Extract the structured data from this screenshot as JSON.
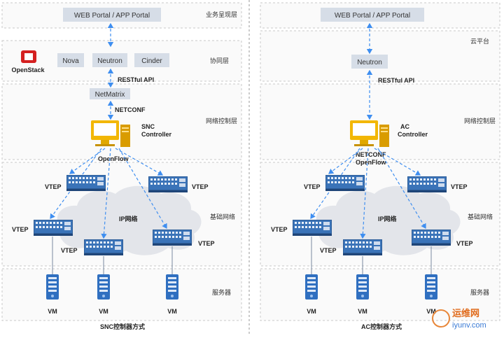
{
  "left": {
    "portal_label": "WEB Portal / APP Portal",
    "openstack_label": "OpenStack",
    "components": [
      "Nova",
      "Neutron",
      "Cinder"
    ],
    "restful_label": "RESTful API",
    "netmatrix_label": "NetMatrix",
    "netconf_label": "NETCONF",
    "controller_label_1": "SNC",
    "controller_label_2": "Controller",
    "openflow_label": "OpenFlow",
    "ip_network_label": "IP网络",
    "vtep_label": "VTEP",
    "vm_label": "VM",
    "layer_labels": [
      "业务呈现层",
      "协同层",
      "网络控制层",
      "基础网络",
      "服务器"
    ],
    "caption": "SNC控制器方式"
  },
  "right": {
    "portal_label": "WEB Portal / APP Portal",
    "neutron_label": "Neutron",
    "restful_label": "RESTful API",
    "controller_label_1": "AC",
    "controller_label_2": "Controller",
    "netconf_label": "NETCONF",
    "openflow_label": "OpenFlow",
    "ip_network_label": "IP网络",
    "vtep_label": "VTEP",
    "vm_label": "VM",
    "layer_labels": [
      "云平台",
      "网络控制层",
      "基础网络",
      "服务器"
    ],
    "caption": "AC控制器方式"
  },
  "watermark": {
    "cn": "运维网",
    "url": "iyunv.com"
  },
  "colors": {
    "arrow": "#3e8ef0",
    "portal_box": "#d6dde7",
    "switch": "#2f5f9a",
    "controller": "#f2b705",
    "openstack": "#d42020"
  }
}
